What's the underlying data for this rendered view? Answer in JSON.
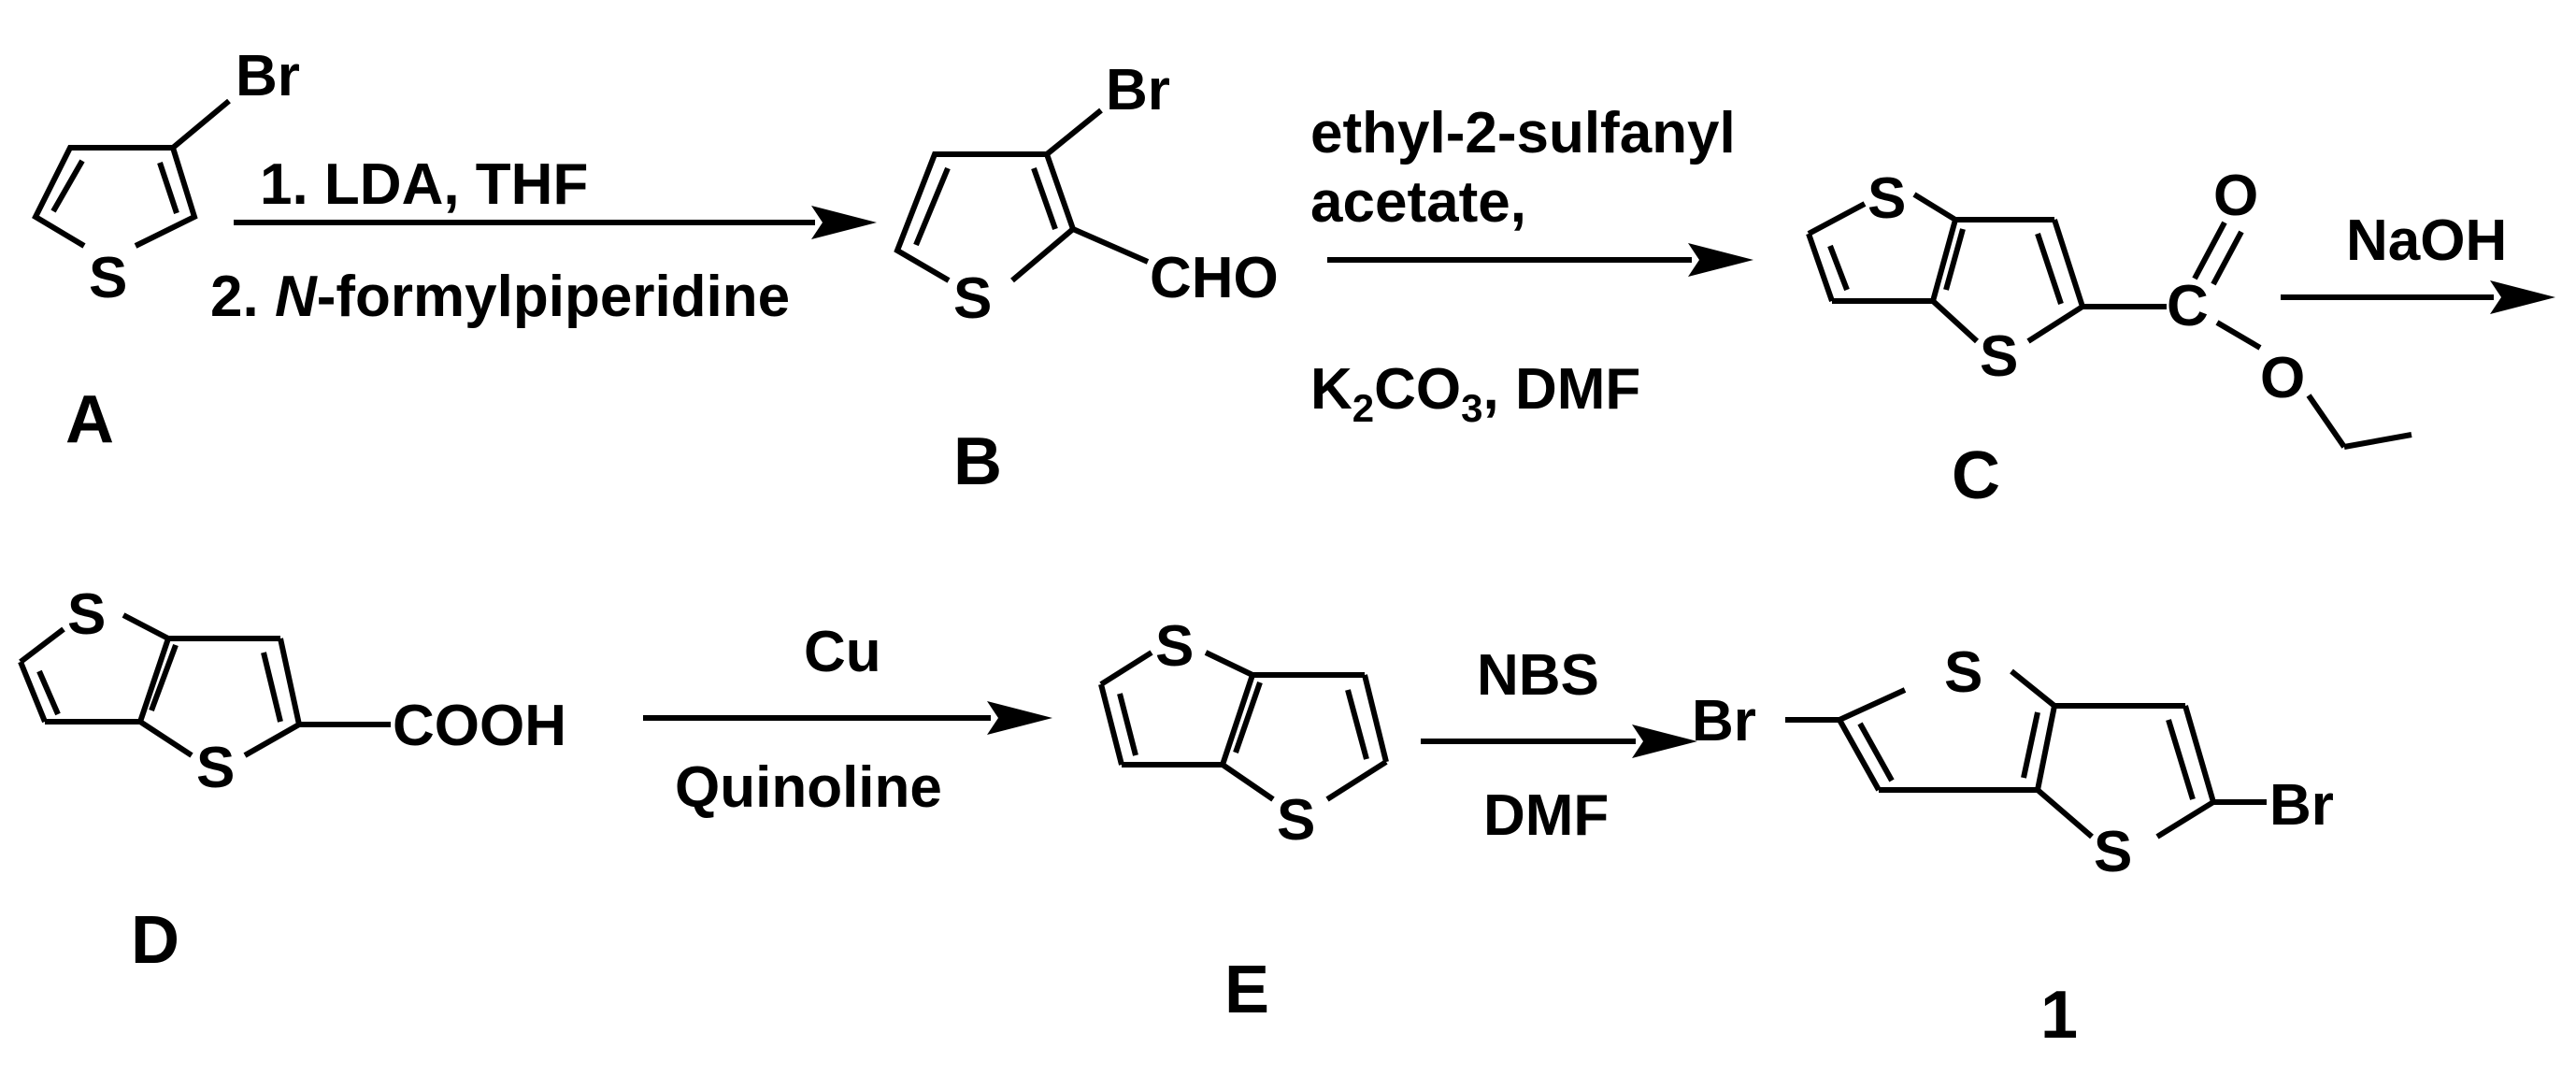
{
  "compounds": {
    "A": {
      "label": "A",
      "atoms": {
        "br": "Br",
        "s": "S"
      }
    },
    "B": {
      "label": "B",
      "atoms": {
        "br": "Br",
        "s": "S",
        "cho": "CHO"
      }
    },
    "C": {
      "label": "C",
      "atoms": {
        "s1": "S",
        "s2": "S",
        "o1": "O",
        "c": "C",
        "o2": "O"
      }
    },
    "D": {
      "label": "D",
      "atoms": {
        "s1": "S",
        "s2": "S",
        "cooh": "COOH"
      }
    },
    "E": {
      "label": "E",
      "atoms": {
        "s1": "S",
        "s2": "S"
      }
    },
    "P1": {
      "label": "1",
      "atoms": {
        "br1": "Br",
        "s1": "S",
        "s2": "S",
        "br2": "Br"
      }
    }
  },
  "steps": {
    "step1": {
      "above": "1. LDA, THF",
      "below_num": "2.",
      "below_ital": "N",
      "below_rest": "-formylpiperidine"
    },
    "step2": {
      "above1": "ethyl-2-sulfanyl",
      "above2": "acetate,",
      "below_k": "K",
      "below_sub1": "2",
      "below_co": "CO",
      "below_sub2": "3",
      "below_rest": ", DMF"
    },
    "step3": {
      "above": "NaOH"
    },
    "step4": {
      "above": "Cu",
      "below": "Quinoline"
    },
    "step5": {
      "above": "NBS",
      "below": "DMF"
    }
  }
}
